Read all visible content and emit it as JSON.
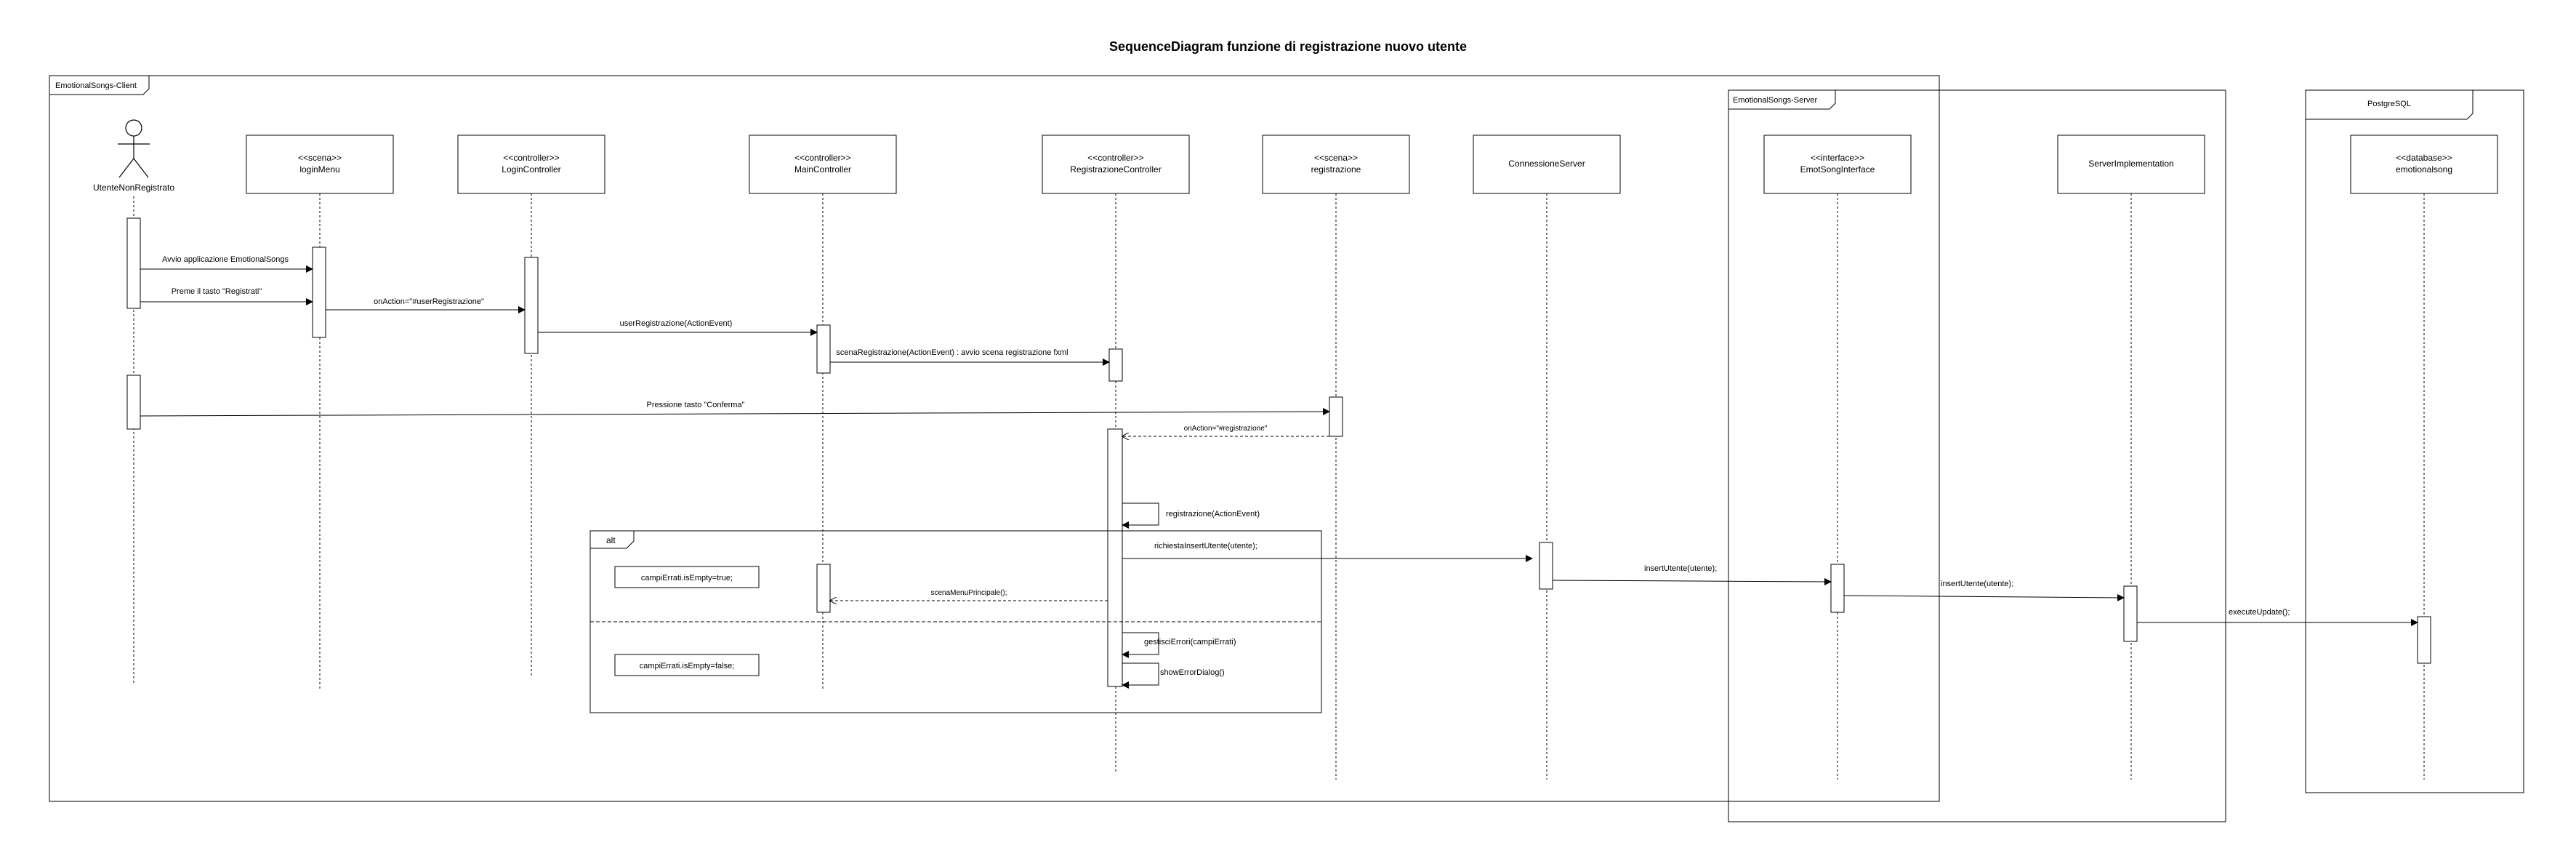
{
  "title": "SequenceDiagram funzione di registrazione nuovo utente",
  "frames": {
    "client": "EmotionalSongs-Client",
    "server": "EmotionalSongs-Server",
    "postgres": "PostgreSQL"
  },
  "actor": {
    "name": "UtenteNonRegistrato"
  },
  "participants": [
    {
      "id": "loginMenu",
      "stereotype": "<<scena>>",
      "name": "loginMenu"
    },
    {
      "id": "loginController",
      "stereotype": "<<controller>>",
      "name": "LoginController"
    },
    {
      "id": "mainController",
      "stereotype": "<<controller>>",
      "name": "MainController"
    },
    {
      "id": "registrazioneController",
      "stereotype": "<<controller>>",
      "name": "RegistrazioneController"
    },
    {
      "id": "registrazione",
      "stereotype": "<<scena>>",
      "name": "registrazione"
    },
    {
      "id": "connessioneServer",
      "stereotype": "",
      "name": "ConnessioneServer"
    },
    {
      "id": "emotSongInterface",
      "stereotype": "<<interface>>",
      "name": "EmotSongInterface"
    },
    {
      "id": "serverImplementation",
      "stereotype": "",
      "name": "ServerImplementation"
    },
    {
      "id": "emotionalsong",
      "stereotype": "<<database>>",
      "name": "emotionalsong"
    }
  ],
  "messages": [
    {
      "id": "m1",
      "label": "Avvio applicazione EmotionalSongs",
      "from": "utente",
      "to": "loginMenu",
      "type": "sync"
    },
    {
      "id": "m2",
      "label": "Preme il tasto \"Registrati\"",
      "from": "utente",
      "to": "loginMenu",
      "type": "sync"
    },
    {
      "id": "m3",
      "label": "onAction=\"#userRegistrazione\"",
      "from": "loginMenu",
      "to": "loginController",
      "type": "sync"
    },
    {
      "id": "m4",
      "label": "userRegistrazione(ActionEvent)",
      "from": "loginController",
      "to": "mainController",
      "type": "sync"
    },
    {
      "id": "m5",
      "label": "scenaRegistrazione(ActionEvent) : avvio scena registrazione fxml",
      "from": "mainController",
      "to": "registrazioneController",
      "type": "sync"
    },
    {
      "id": "m6",
      "label": "Pressione tasto \"Conferma\"",
      "from": "utente",
      "to": "registrazione",
      "type": "sync"
    },
    {
      "id": "m7",
      "label": "onAction=\"#registrazione\"",
      "from": "registrazione",
      "to": "registrazioneController",
      "type": "return"
    },
    {
      "id": "m8",
      "label": "registrazione(ActionEvent)",
      "from": "registrazioneController",
      "to": "registrazioneController",
      "type": "self"
    },
    {
      "id": "m9",
      "label": "richiestaInsertUtente(utente);",
      "from": "registrazioneController",
      "to": "connessioneServer",
      "type": "sync"
    },
    {
      "id": "m10",
      "label": "insertUtente(utente);",
      "from": "connessioneServer",
      "to": "emotSongInterface",
      "type": "sync"
    },
    {
      "id": "m11",
      "label": "insertUtente(utente);",
      "from": "emotSongInterface",
      "to": "serverImplementation",
      "type": "sync"
    },
    {
      "id": "m12",
      "label": "executeUpdate();",
      "from": "serverImplementation",
      "to": "emotionalsong",
      "type": "sync"
    },
    {
      "id": "m13",
      "label": "scenaMenuPrincipale();",
      "from": "registrazioneController",
      "to": "mainController",
      "type": "return"
    },
    {
      "id": "m14",
      "label": "gestisciErrori(campiErrati)",
      "from": "registrazioneController",
      "to": "registrazioneController",
      "type": "self"
    },
    {
      "id": "m15",
      "label": "showErrorDialog()",
      "from": "registrazioneController",
      "to": "registrazioneController",
      "type": "self"
    }
  ],
  "alt": {
    "label": "alt",
    "guard_true": "campiErrati.isEmpty=true;",
    "guard_false": "campiErrati.isEmpty=false;"
  }
}
